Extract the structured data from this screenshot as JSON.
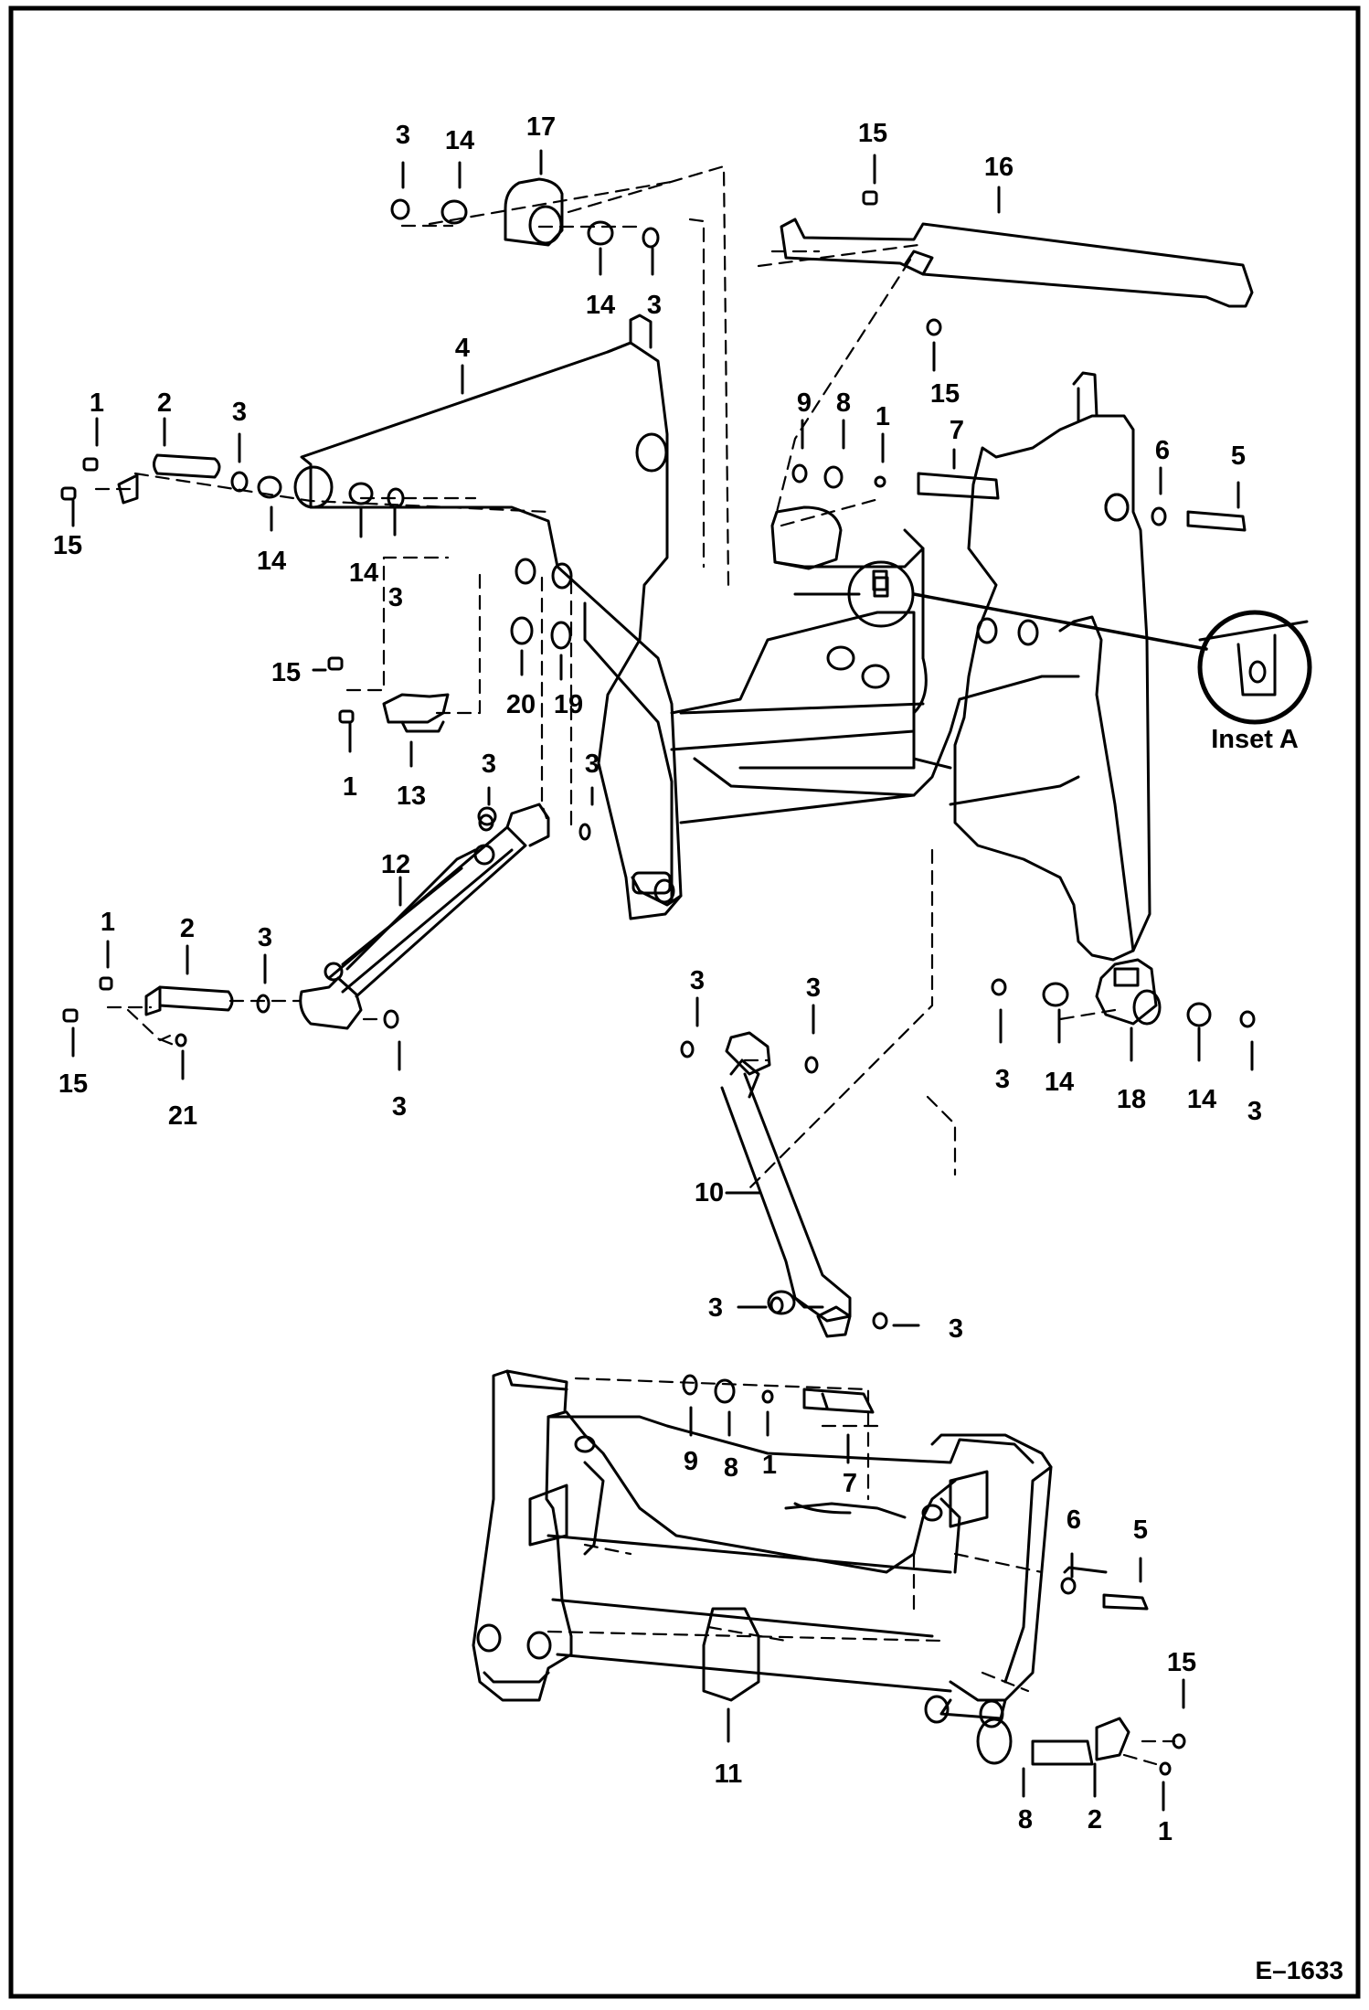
{
  "callouts": [
    {
      "id": "c3a",
      "text": "3"
    },
    {
      "id": "c14a",
      "text": "14"
    },
    {
      "id": "c17",
      "text": "17"
    },
    {
      "id": "c14b",
      "text": "14"
    },
    {
      "id": "c3b",
      "text": "3"
    },
    {
      "id": "c15a",
      "text": "15"
    },
    {
      "id": "c16",
      "text": "16"
    },
    {
      "id": "c15b",
      "text": "15"
    },
    {
      "id": "c4",
      "text": "4"
    },
    {
      "id": "c1a",
      "text": "1"
    },
    {
      "id": "c2a",
      "text": "2"
    },
    {
      "id": "c3c",
      "text": "3"
    },
    {
      "id": "c15c",
      "text": "15"
    },
    {
      "id": "c14c",
      "text": "14"
    },
    {
      "id": "c14d",
      "text": "14"
    },
    {
      "id": "c3d",
      "text": "3"
    },
    {
      "id": "c9a",
      "text": "9"
    },
    {
      "id": "c8a",
      "text": "8"
    },
    {
      "id": "c1b",
      "text": "1"
    },
    {
      "id": "c7a",
      "text": "7"
    },
    {
      "id": "c6a",
      "text": "6"
    },
    {
      "id": "c5a",
      "text": "5"
    },
    {
      "id": "c15d",
      "text": "15"
    },
    {
      "id": "c20",
      "text": "20"
    },
    {
      "id": "c19",
      "text": "19"
    },
    {
      "id": "c1c",
      "text": "1"
    },
    {
      "id": "c13",
      "text": "13"
    },
    {
      "id": "c3e",
      "text": "3"
    },
    {
      "id": "c3f",
      "text": "3"
    },
    {
      "id": "c12",
      "text": "12"
    },
    {
      "id": "c1d",
      "text": "1"
    },
    {
      "id": "c2b",
      "text": "2"
    },
    {
      "id": "c3g",
      "text": "3"
    },
    {
      "id": "c15e",
      "text": "15"
    },
    {
      "id": "c21",
      "text": "21"
    },
    {
      "id": "c3h",
      "text": "3"
    },
    {
      "id": "c3i",
      "text": "3"
    },
    {
      "id": "c3j",
      "text": "3"
    },
    {
      "id": "c3k",
      "text": "3"
    },
    {
      "id": "c14e",
      "text": "14"
    },
    {
      "id": "c18",
      "text": "18"
    },
    {
      "id": "c14f",
      "text": "14"
    },
    {
      "id": "c3l",
      "text": "3"
    },
    {
      "id": "c10",
      "text": "10"
    },
    {
      "id": "c3m",
      "text": "3"
    },
    {
      "id": "c3n",
      "text": "3"
    },
    {
      "id": "c9b",
      "text": "9"
    },
    {
      "id": "c8b",
      "text": "8"
    },
    {
      "id": "c1e",
      "text": "1"
    },
    {
      "id": "c7b",
      "text": "7"
    },
    {
      "id": "c6b",
      "text": "6"
    },
    {
      "id": "c5b",
      "text": "5"
    },
    {
      "id": "c15f",
      "text": "15"
    },
    {
      "id": "c11",
      "text": "11"
    },
    {
      "id": "c8c",
      "text": "8"
    },
    {
      "id": "c2c",
      "text": "2"
    },
    {
      "id": "c1f",
      "text": "1"
    }
  ],
  "inset_label": "Inset A",
  "figure_id": "E–1633",
  "colors": {
    "ink": "#000000",
    "paper": "#ffffff"
  }
}
